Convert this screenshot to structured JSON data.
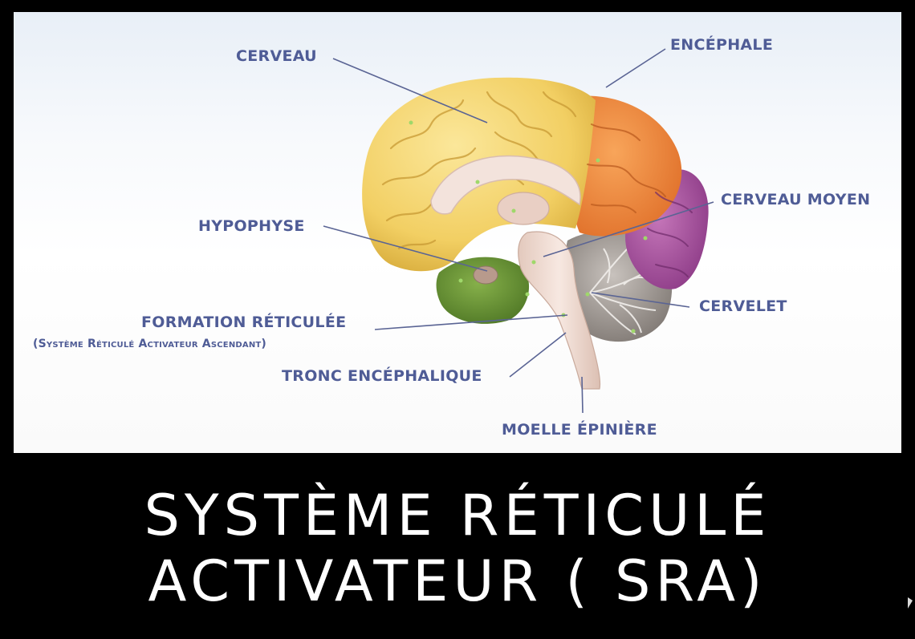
{
  "labels": {
    "cerveau": "CERVEAU",
    "encephale": "ENCÉPHALE",
    "cerveau_moyen": "CERVEAU MOYEN",
    "hypophyse": "HYPOPHYSE",
    "cervelet": "CERVELET",
    "formation_reticulee": "FORMATION RÉTICULÉE",
    "sra_subtitle": "(Système Réticulé Activateur Ascendant)",
    "tronc_encephalique": "TRONC ENCÉPHALIQUE",
    "moelle_epiniere": "MOELLE ÉPINIÈRE"
  },
  "title": {
    "line1": "SYSTÈME RÉTICULÉ",
    "line2": "ACTIVATEUR ( SRA)"
  },
  "colors": {
    "label_text": "#4f5c96",
    "leader_line": "#5a6494",
    "cerebrum": "#f2d46e",
    "frontal_orange": "#ee8a3a",
    "occipital_purple": "#a24f9a",
    "cerebellum": "#8a8480",
    "limbic_green": "#5e8a2e",
    "brainstem": "#ecd8cf",
    "background": "#000000",
    "title_text": "#ffffff"
  }
}
